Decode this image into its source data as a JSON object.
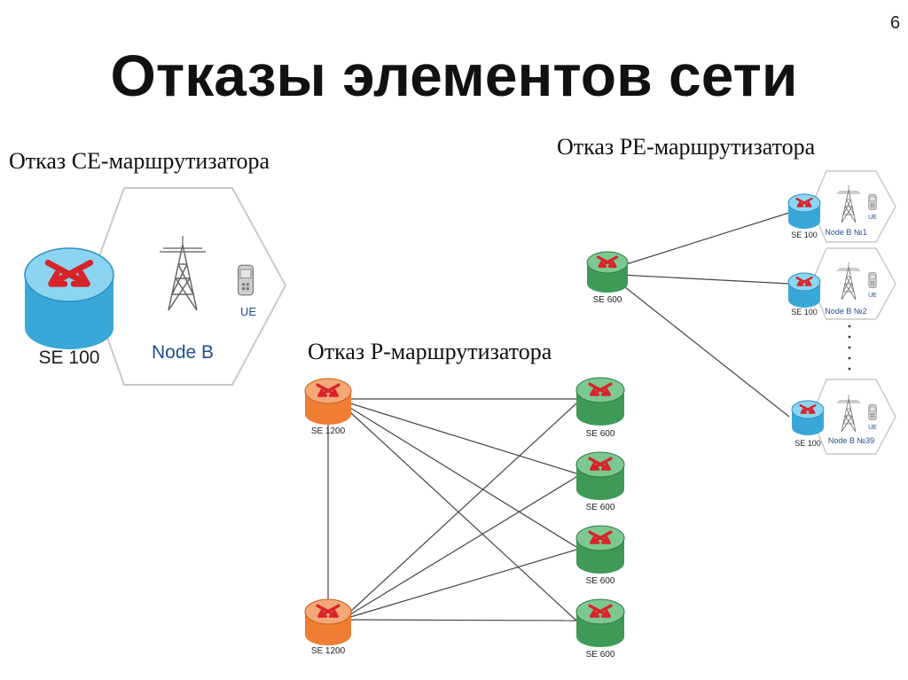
{
  "slide": {
    "page_number": "6",
    "title": "Отказы элементов сети"
  },
  "sections": {
    "ce": {
      "caption": "Отказ CE-маршрутизатора",
      "router_label": "SE 100",
      "node_label": "Node B",
      "ue_label": "UE"
    },
    "pe": {
      "caption": "Отказ PE-маршрутизатора",
      "core_label": "SE 600",
      "sites": [
        {
          "router_label": "SE 100",
          "node_label": "Node B №1",
          "ue_label": "UE"
        },
        {
          "router_label": "SE 100",
          "node_label": "Node B №2",
          "ue_label": "UE"
        },
        {
          "router_label": "SE 100",
          "node_label": "Node B №39",
          "ue_label": "UE"
        }
      ]
    },
    "p": {
      "caption": "Отказ P-маршрутизатора",
      "left_routers": [
        "SE 1200",
        "SE 1200"
      ],
      "right_routers": [
        "SE 600",
        "SE 600",
        "SE 600",
        "SE 600"
      ]
    }
  },
  "colors": {
    "router_blue": "#39a8d8",
    "router_orange": "#ef7d33",
    "router_green": "#3f9a58",
    "arrow_red": "#d8232a",
    "hex_stroke": "#c9c9c9",
    "node_text": "#1f4f8f"
  }
}
